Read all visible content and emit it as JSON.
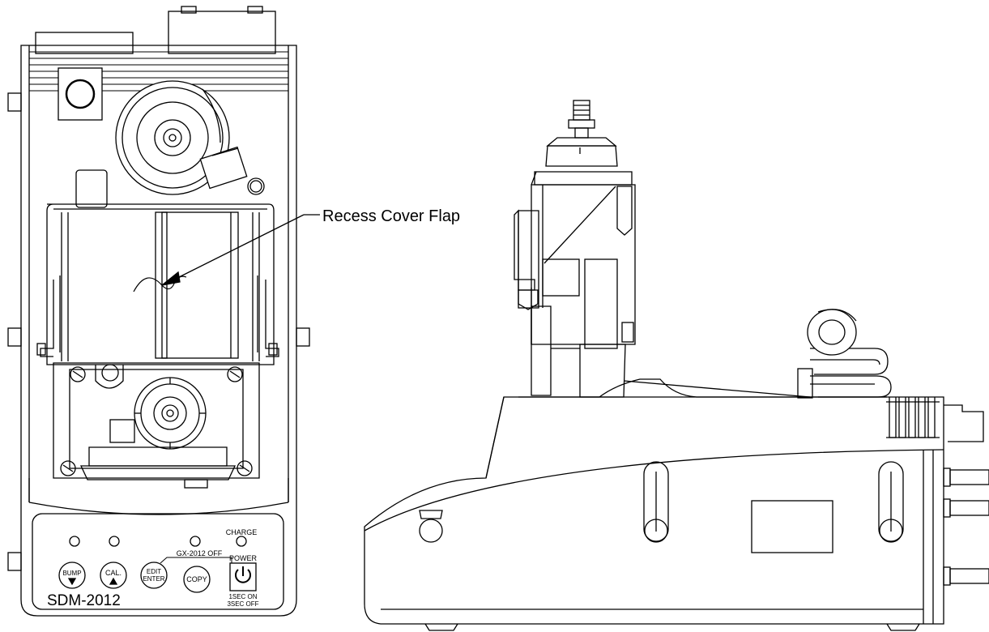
{
  "callout": {
    "label": "Recess Cover Flap"
  },
  "panel": {
    "model": "SDM-2012",
    "charge_label": "CHARGE",
    "gx_off_label": "GX-2012 OFF",
    "power_label": "POWER",
    "power_on_label": "1SEC ON",
    "power_off_label": "3SEC OFF",
    "buttons": {
      "bump_label": "BUMP",
      "cal_label": "CAL.",
      "edit_label": "EDIT",
      "enter_label": "ENTER",
      "copy_label": "COPY"
    }
  }
}
